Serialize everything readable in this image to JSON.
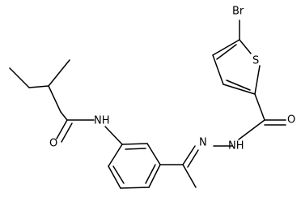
{
  "molecule": {
    "atom_labels": {
      "br": "Br",
      "s": "S",
      "o_right": "O",
      "o_left": "O",
      "nh_amide": "NH",
      "nh_hydrazide": "NH",
      "n_imine": "N"
    },
    "colors": {
      "bond": "#000000",
      "label": "#000000",
      "background": "#ffffff"
    }
  }
}
